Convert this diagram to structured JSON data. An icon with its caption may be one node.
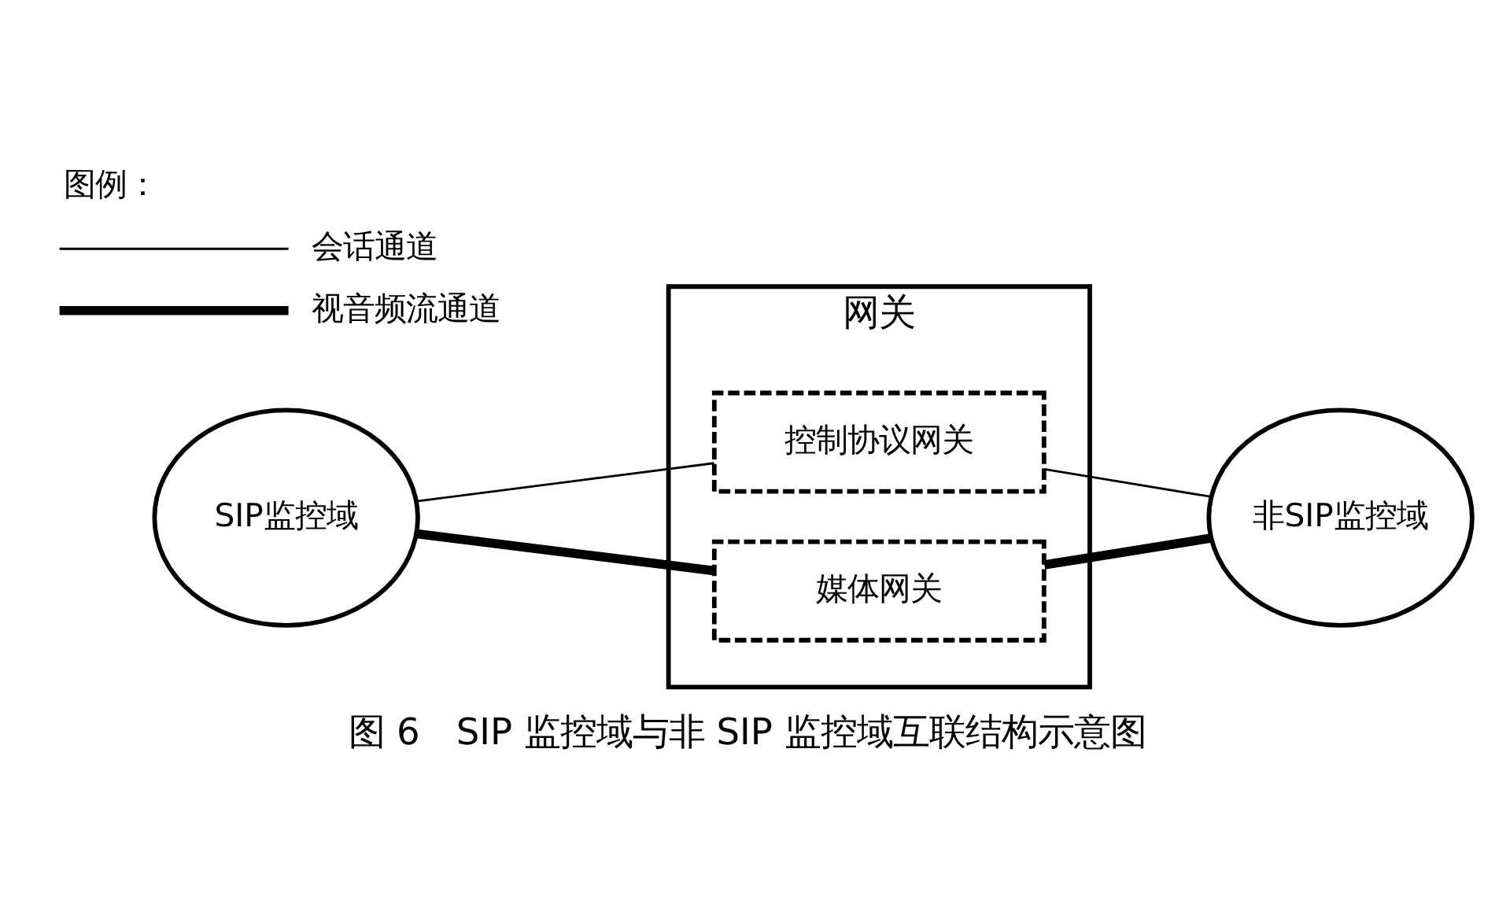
{
  "diagram": {
    "caption": "图 6　SIP 监控域与非 SIP 监控域互联结构示意图",
    "nodes": [
      {
        "text": [
          "SIP监控域"
        ]
      },
      {
        "text": [
          "网关"
        ]
      },
      {
        "text": [
          "控制协议网关"
        ],
        "in": 1
      },
      {
        "text": [
          "媒体网关"
        ],
        "in": 1
      },
      {
        "text": [
          "非SIP监控域"
        ]
      }
    ],
    "edges": [
      {
        "from": 0,
        "to": 2,
        "arrow": "none"
      },
      {
        "from": 0,
        "to": 3,
        "arrow": "none",
        "style": "thick"
      },
      {
        "from": 2,
        "to": 4,
        "arrow": "none"
      },
      {
        "from": 3,
        "to": 4,
        "arrow": "none",
        "style": "thick"
      }
    ],
    "labels": [
      "图例："
    ],
    "legend": [
      {
        "text": "会话通道"
      },
      {
        "text": "视音频流通道"
      }
    ]
  }
}
